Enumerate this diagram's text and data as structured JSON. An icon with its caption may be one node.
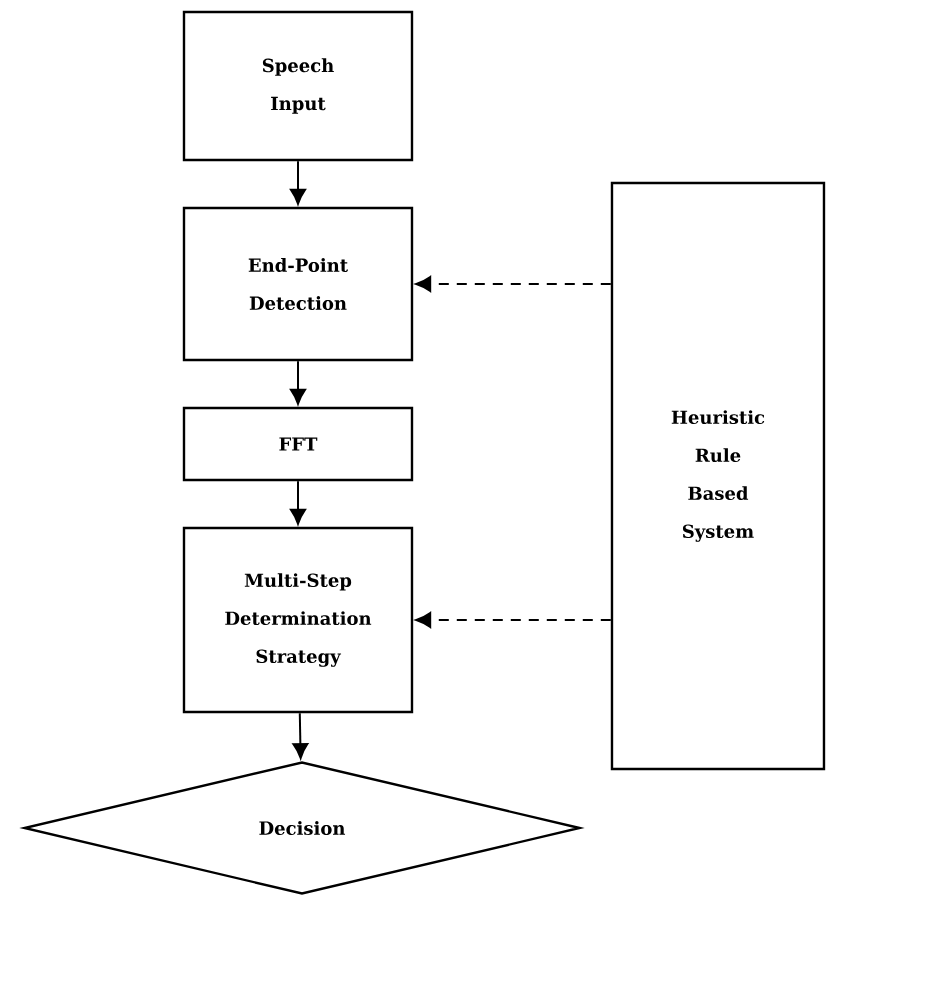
{
  "diagram": {
    "nodes": [
      {
        "text": [
          "Speech Input"
        ]
      },
      {
        "text": [
          "End-Point Detection"
        ]
      },
      {
        "text": [
          "FFT"
        ]
      },
      {
        "text": [
          "Multi-Step Determination Strategy"
        ]
      },
      {
        "text": [
          "Decision"
        ]
      },
      {
        "text": [
          "Heuristic Rule Based System"
        ]
      }
    ],
    "edges": [
      {
        "from": 0,
        "to": 1,
        "arrow": "to"
      },
      {
        "from": 1,
        "to": 2,
        "arrow": "to"
      },
      {
        "from": 2,
        "to": 3,
        "arrow": "to"
      },
      {
        "from": 3,
        "to": 4,
        "arrow": "to"
      },
      {
        "from": 5,
        "to": 1,
        "arrow": "to",
        "style": "dashed"
      },
      {
        "from": 5,
        "to": 3,
        "arrow": "to",
        "style": "dashed"
      }
    ]
  }
}
